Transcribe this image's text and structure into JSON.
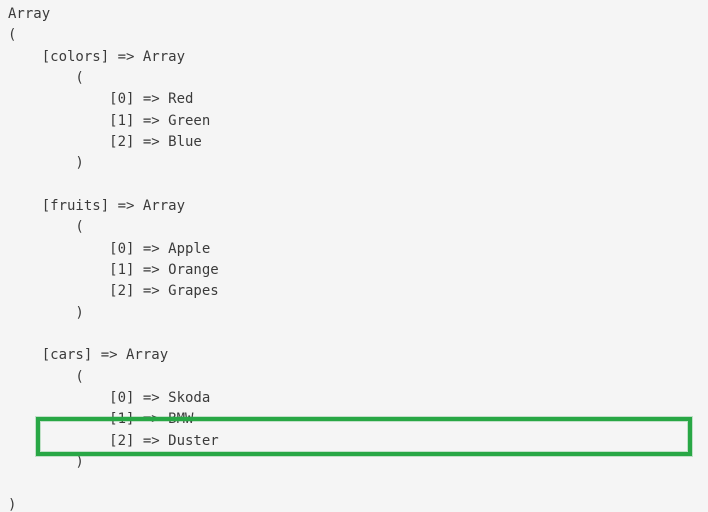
{
  "colors": {
    "background": "#f5f5f5",
    "text": "#3b3b3b",
    "highlight_border": "#28a745"
  },
  "array_dump": {
    "root_label": "Array",
    "entries": [
      {
        "key": "colors",
        "type": "Array",
        "items": [
          "Red",
          "Green",
          "Blue"
        ]
      },
      {
        "key": "fruits",
        "type": "Array",
        "items": [
          "Apple",
          "Orange",
          "Grapes"
        ]
      },
      {
        "key": "cars",
        "type": "Array",
        "items": [
          "Skoda",
          "BMW",
          "Duster"
        ]
      }
    ]
  },
  "highlight": {
    "highlighted_line": "[2] => Duster",
    "description": "green rectangle annotation around the cars[2] Duster line, overlapping the bottom of the BMW line"
  },
  "output": {
    "lines": [
      "Array",
      "(",
      "    [colors] => Array",
      "        (",
      "            [0] => Red",
      "            [1] => Green",
      "            [2] => Blue",
      "        )",
      "",
      "    [fruits] => Array",
      "        (",
      "            [0] => Apple",
      "            [1] => Orange",
      "            [2] => Grapes",
      "        )",
      "",
      "    [cars] => Array",
      "        (",
      "            [0] => Skoda",
      "            [1] => BMW",
      "            [2] => Duster",
      "        )",
      "",
      ")"
    ]
  }
}
